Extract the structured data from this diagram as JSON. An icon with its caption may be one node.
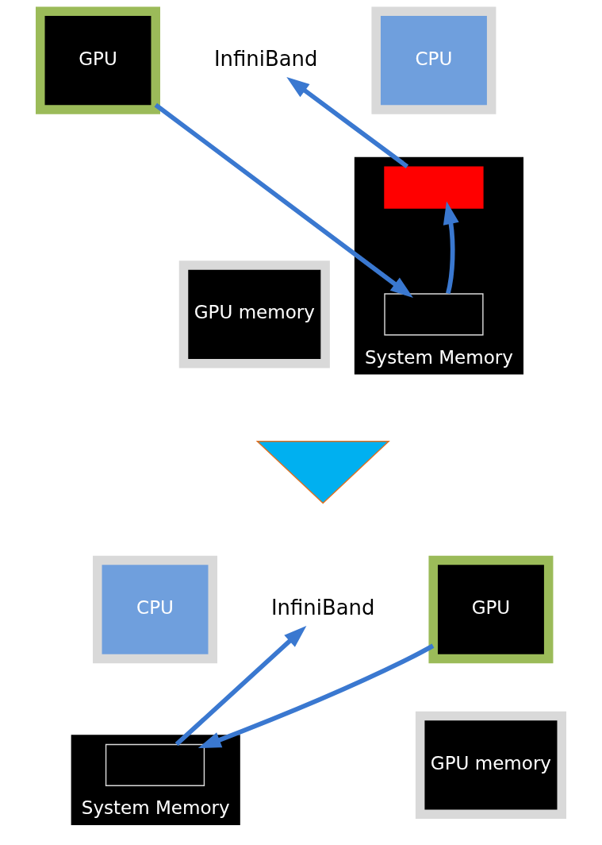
{
  "diagram": {
    "nodes": [
      {
        "text": [
          "CPU"
        ]
      },
      {
        "text": [
          "GPU"
        ]
      },
      {
        "text": [
          "InfiniBand"
        ]
      },
      {
        "text": [
          "System Memory"
        ]
      },
      {
        "text": [],
        "shape": "box",
        "in": 3
      },
      {
        "text": [],
        "shape": "box",
        "in": 3
      },
      {
        "text": [
          "GPU memory"
        ]
      },
      {
        "text": [],
        "shape": "arrow"
      },
      {
        "text": [
          "CPU"
        ]
      },
      {
        "text": [
          "GPU"
        ]
      },
      {
        "text": [
          "InfiniBand"
        ]
      },
      {
        "text": [
          "System Memory"
        ]
      },
      {
        "text": [],
        "shape": "box",
        "in": 11
      },
      {
        "text": [
          "GPU memory"
        ]
      }
    ],
    "edges": [
      {
        "from": 4,
        "to": 2,
        "arrow": "to"
      },
      {
        "from": 5,
        "to": 4,
        "arrow": "to"
      },
      {
        "from": 1,
        "to": 5,
        "arrow": "to"
      },
      {
        "from": 12,
        "to": 10,
        "arrow": "to"
      },
      {
        "from": 9,
        "to": 12,
        "arrow": "to"
      }
    ]
  }
}
